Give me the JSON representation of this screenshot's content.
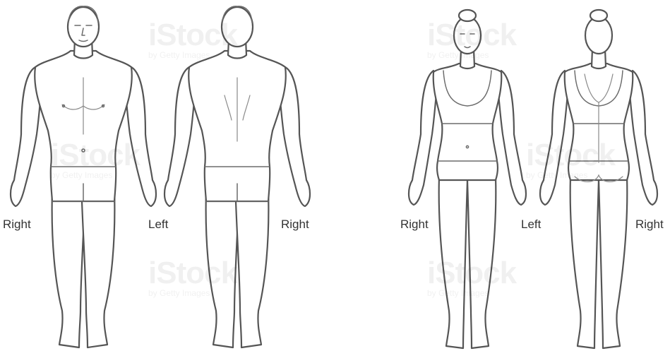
{
  "labels": {
    "right": "Right",
    "left": "Left"
  },
  "watermark": {
    "brand": "iStock",
    "byline": "by Getty Images"
  },
  "colors": {
    "outline": "#555555",
    "background": "#ffffff",
    "text": "#333333"
  },
  "figures": [
    {
      "name": "male-front"
    },
    {
      "name": "male-back"
    },
    {
      "name": "female-front"
    },
    {
      "name": "female-back"
    }
  ]
}
